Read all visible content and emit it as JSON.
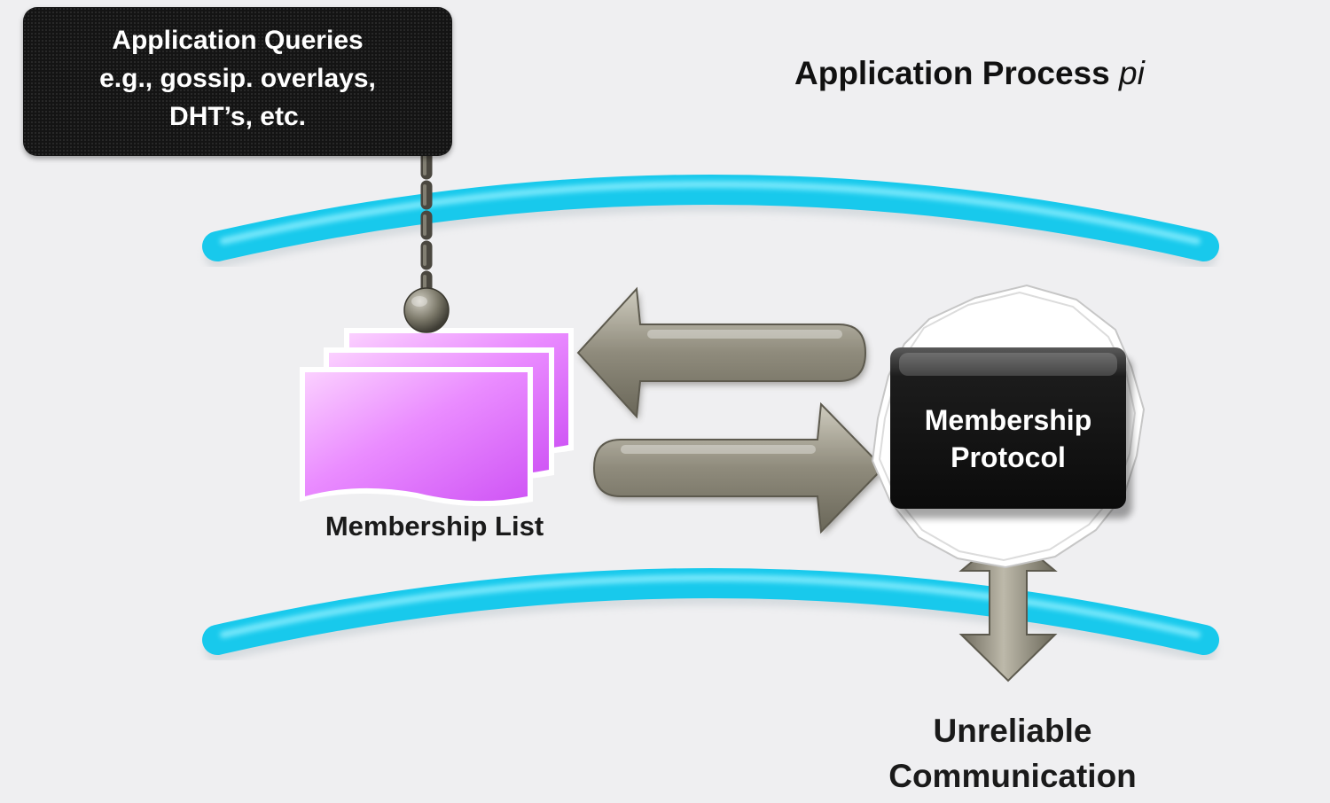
{
  "queries": {
    "lines": [
      "Application Queries",
      "e.g., gossip. overlays,",
      "DHT’s, etc."
    ]
  },
  "process_title": {
    "text": "Application Process ",
    "symbol": "pi"
  },
  "protocol": {
    "lines": [
      "Membership",
      "Protocol"
    ]
  },
  "membership_list": {
    "label": "Membership List"
  },
  "communication": {
    "lines": [
      "Unreliable",
      "Communication"
    ]
  },
  "colors": {
    "background": "#efeff1",
    "boundary": "#1fd0f0",
    "list_page": "#e07cff",
    "arrow": "#8f8b7c",
    "dark_box": "#141414"
  }
}
